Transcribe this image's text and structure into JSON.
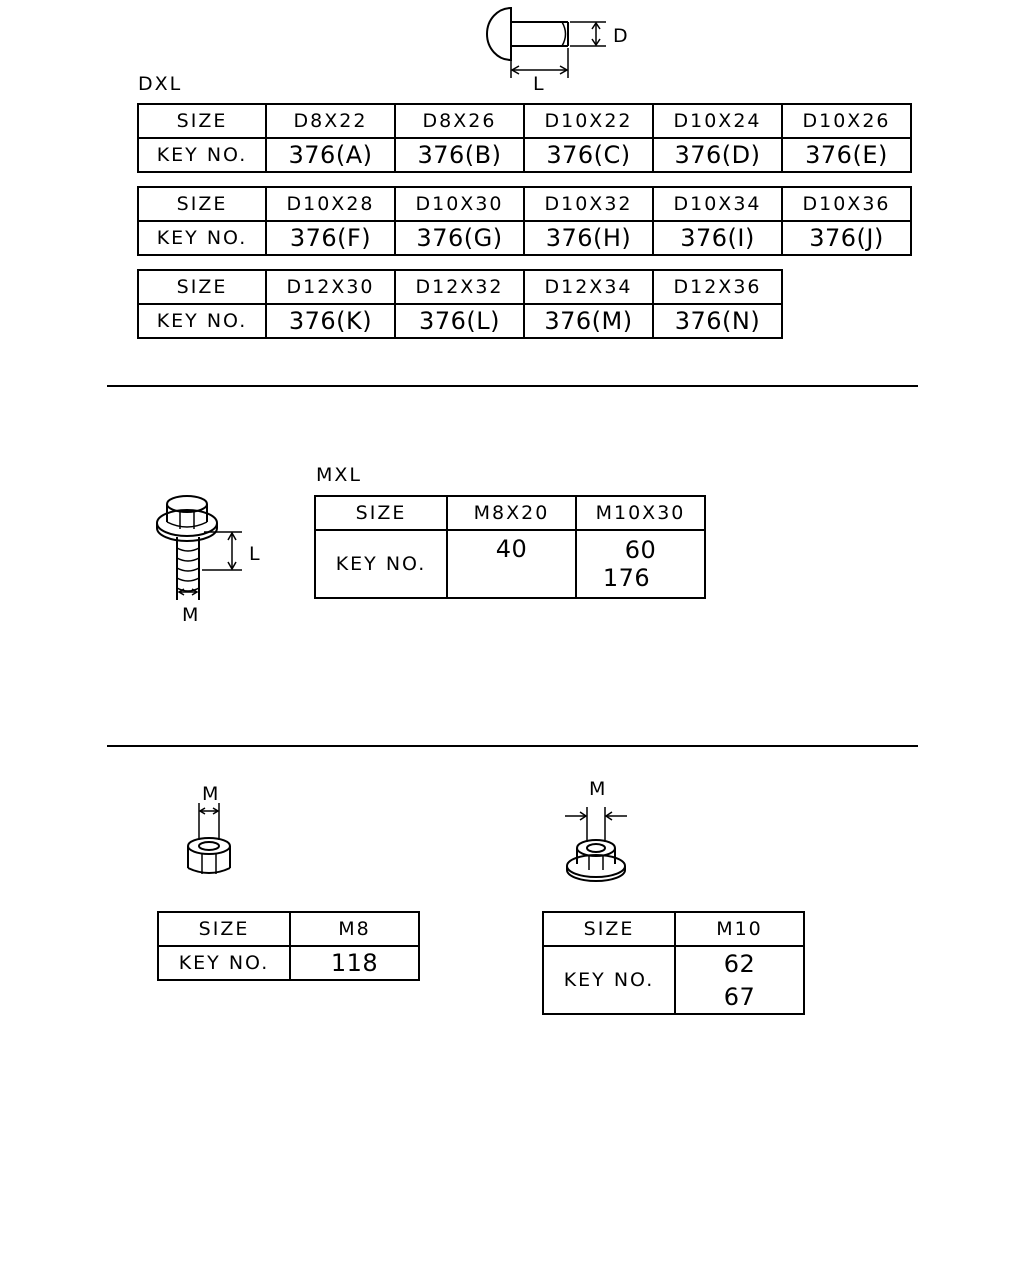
{
  "dxl": {
    "title": "DXL",
    "dim_d": "D",
    "dim_l": "L",
    "size_label": "SIZE",
    "key_label": "KEY NO.",
    "rows": [
      {
        "sizes": [
          "D8X22",
          "D8X26",
          "D10X22",
          "D10X24",
          "D10X26"
        ],
        "keys": [
          "376(A)",
          "376(B)",
          "376(C)",
          "376(D)",
          "376(E)"
        ]
      },
      {
        "sizes": [
          "D10X28",
          "D10X30",
          "D10X32",
          "D10X34",
          "D10X36"
        ],
        "keys": [
          "376(F)",
          "376(G)",
          "376(H)",
          "376(I)",
          "376(J)"
        ]
      },
      {
        "sizes": [
          "D12X30",
          "D12X32",
          "D12X34",
          "D12X36"
        ],
        "keys": [
          "376(K)",
          "376(L)",
          "376(M)",
          "376(N)"
        ]
      }
    ]
  },
  "mxl": {
    "title": "MXL",
    "dim_l": "L",
    "dim_m": "M",
    "size_label": "SIZE",
    "key_label": "KEY NO.",
    "sizes": [
      "M8X20",
      "M10X30"
    ],
    "keys": [
      [
        "40"
      ],
      [
        "60",
        "176"
      ]
    ]
  },
  "nut_m8": {
    "dim_m": "M",
    "size_label": "SIZE",
    "key_label": "KEY NO.",
    "size": "M8",
    "keys": [
      "118"
    ]
  },
  "nut_m10": {
    "dim_m": "M",
    "size_label": "SIZE",
    "key_label": "KEY NO.",
    "size": "M10",
    "keys": [
      "62",
      "67"
    ]
  }
}
